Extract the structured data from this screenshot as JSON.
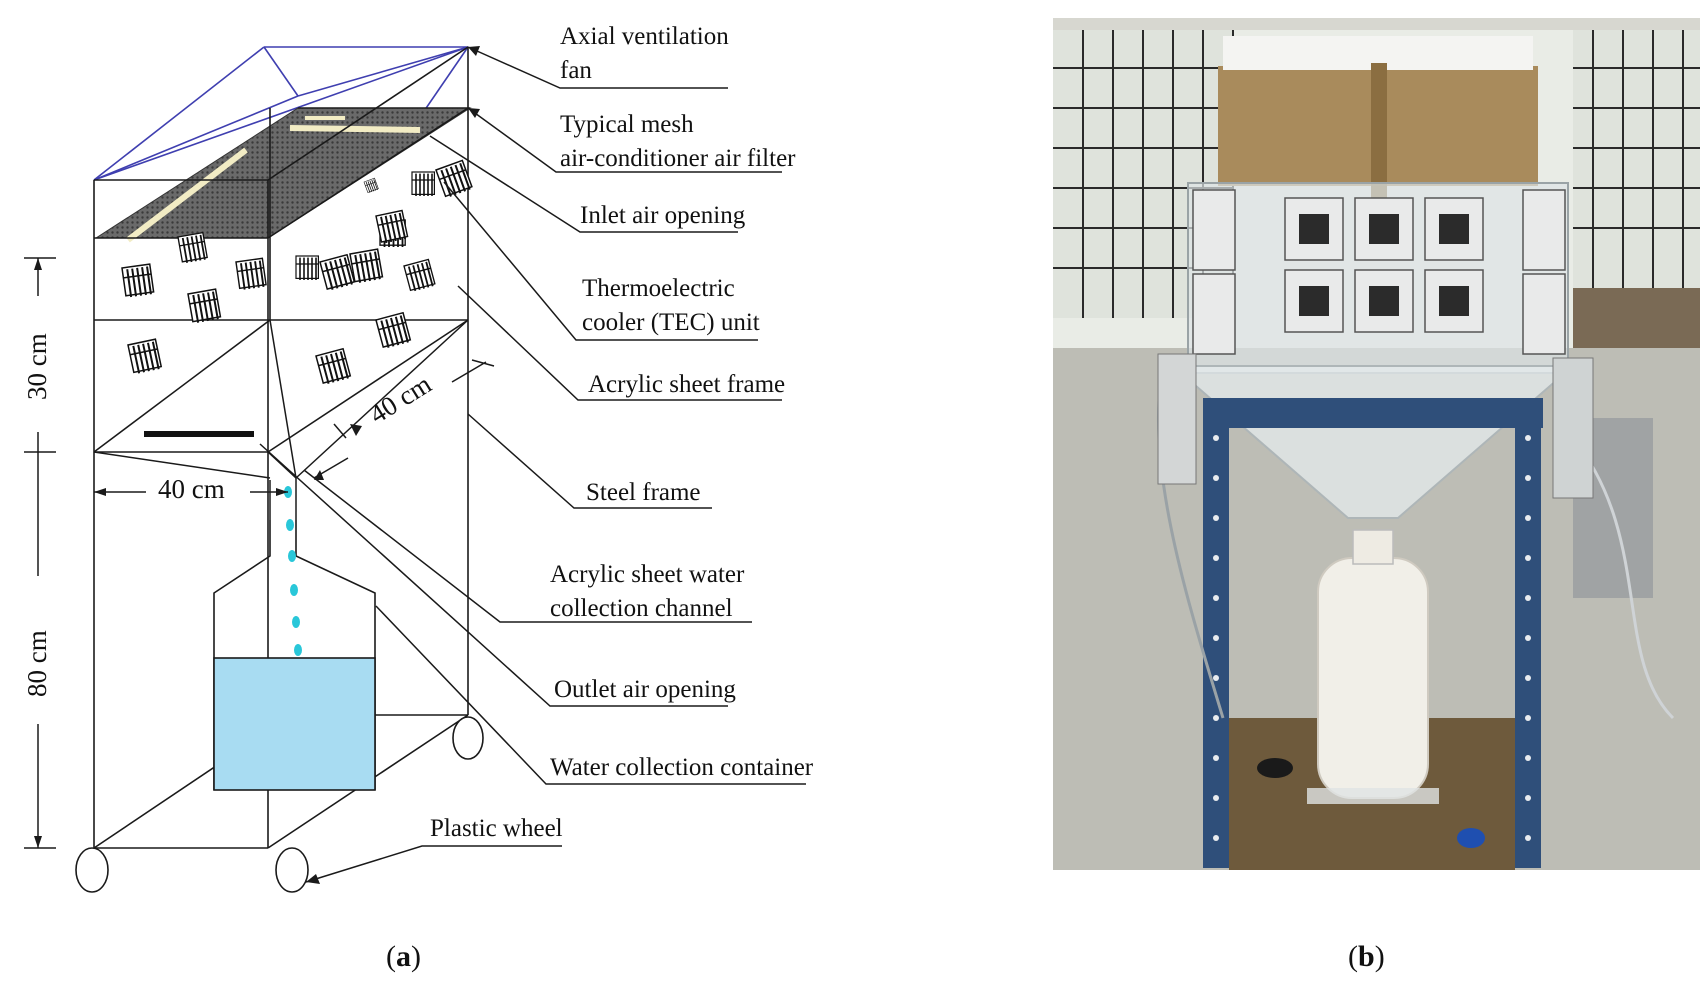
{
  "panel_a": {
    "labels": {
      "axial_fan": "Axial ventilation\nfan",
      "mesh_filter": "Typical mesh\nair-conditioner air filter",
      "inlet": "Inlet air opening",
      "tec": "Thermoelectric\ncooler (TEC) unit",
      "acrylic_frame": "Acrylic sheet frame",
      "steel_frame": "Steel frame",
      "collection_channel": "Acrylic sheet water\ncollection channel",
      "outlet": "Outlet air opening",
      "container": "Water collection container",
      "wheel": "Plastic wheel"
    },
    "dimensions": {
      "width": "40 cm",
      "depth": "40 cm",
      "upper_height": "30 cm",
      "lower_height": "80 cm"
    },
    "caption_letter": "a"
  },
  "panel_b": {
    "caption_letter": "b"
  },
  "colors": {
    "line": "#1a1a1a",
    "fan_outline": "#3f3fb0",
    "water": "#a8dcf2",
    "droplet": "#29c7d9",
    "mesh": "#555555",
    "filter_bar": "#f2ecc4"
  }
}
